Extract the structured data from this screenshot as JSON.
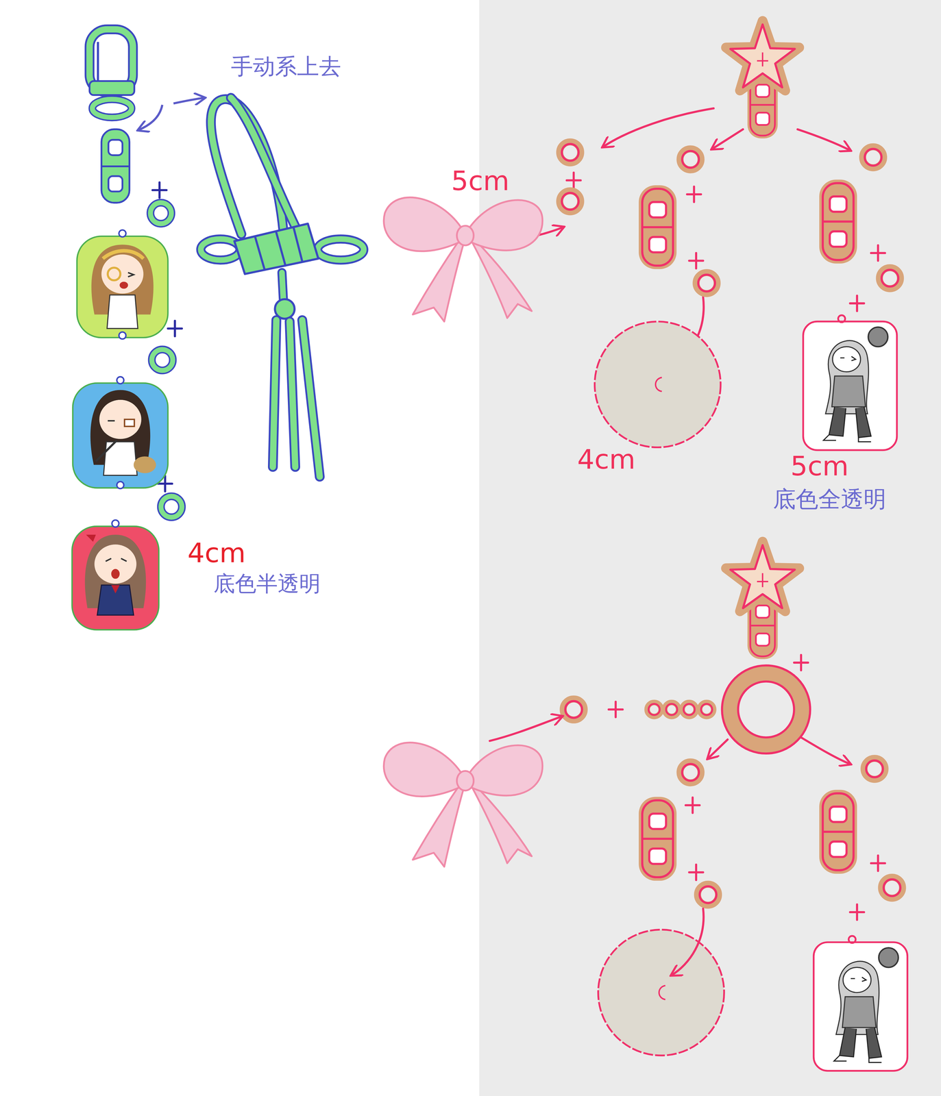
{
  "diagram": {
    "labels": [
      "手动系上去",
      "5cm",
      "4cm",
      "5cm",
      "底色全透明",
      "4cm",
      "底色半透明"
    ]
  }
}
